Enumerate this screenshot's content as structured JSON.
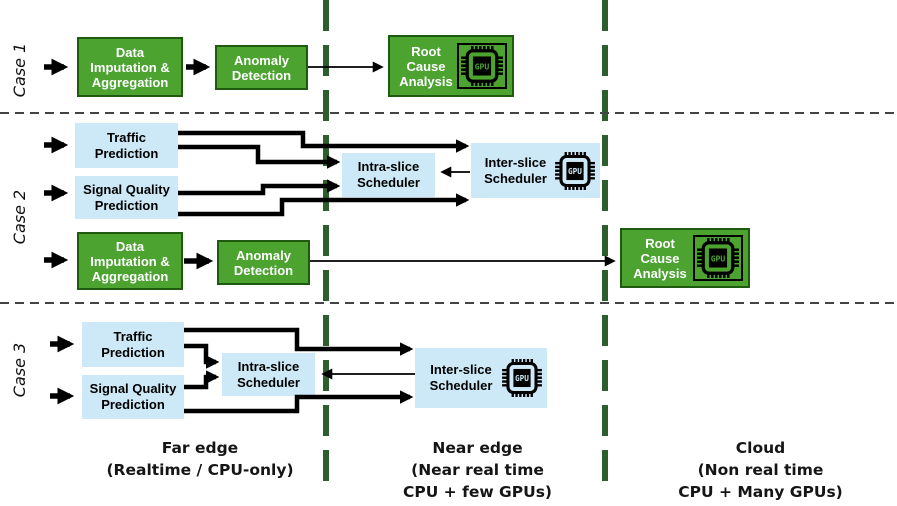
{
  "colors": {
    "green_box_fill": "#4CA330",
    "green_box_border": "#1E5B10",
    "blue_box_fill": "#CDE9F7",
    "divider_green": "#2C5F2D",
    "divider_gray": "#444444",
    "arrow_color": "#000000"
  },
  "case_labels": {
    "case1": "Case 1",
    "case2": "Case 2",
    "case3": "Case 3"
  },
  "nodes": {
    "data_imputation": {
      "line1": "Data",
      "line2": "Imputation &",
      "line3": "Aggregation"
    },
    "anomaly_detection": {
      "line1": "Anomaly",
      "line2": "Detection"
    },
    "root_cause_analysis": {
      "line1": "Root",
      "line2": "Cause",
      "line3": "Analysis"
    },
    "traffic_prediction": {
      "line1": "Traffic",
      "line2": "Prediction"
    },
    "signal_quality_prediction": {
      "line1": "Signal Quality",
      "line2": "Prediction"
    },
    "intra_slice_scheduler": {
      "line1": "Intra-slice",
      "line2": "Scheduler"
    },
    "inter_slice_scheduler": {
      "line1": "Inter-slice",
      "line2": "Scheduler"
    }
  },
  "gpu_chip_label": "GPU",
  "zone_labels": {
    "far_edge": {
      "line1": "Far edge",
      "line2": "(Realtime / CPU-only)"
    },
    "near_edge": {
      "line1": "Near edge",
      "line2": "(Near real time",
      "line3": "CPU + few GPUs)"
    },
    "cloud": {
      "line1": "Cloud",
      "line2": "(Non real time",
      "line3": "CPU + Many GPUs)"
    }
  }
}
